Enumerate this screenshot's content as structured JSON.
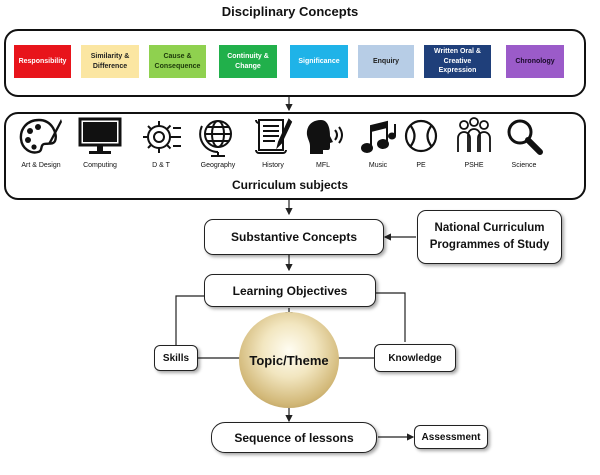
{
  "header": {
    "title": "Disciplinary Concepts"
  },
  "concepts": [
    {
      "label": "Responsibility",
      "bg": "#e8141b",
      "fg": "#ffffff"
    },
    {
      "label": "Similarity & Difference",
      "bg": "#fbe6a2",
      "fg": "#222222"
    },
    {
      "label": "Cause & Consequence",
      "bg": "#8fd14f",
      "fg": "#1d3a0a"
    },
    {
      "label": "Continuity & Change",
      "bg": "#21b04b",
      "fg": "#ffffff"
    },
    {
      "label": "Significance",
      "bg": "#1fb3e8",
      "fg": "#ffffff"
    },
    {
      "label": "Enquiry",
      "bg": "#b7cde6",
      "fg": "#222222"
    },
    {
      "label": "Written Oral & Creative Expression",
      "bg": "#1f3f7a",
      "fg": "#ffffff"
    },
    {
      "label": "Chronology",
      "bg": "#9b5bc9",
      "fg": "#1a0a2a"
    }
  ],
  "subjects": {
    "title": "Curriculum subjects",
    "items": [
      {
        "label": "Art & Design",
        "icon": "palette-icon"
      },
      {
        "label": "Computing",
        "icon": "monitor-icon"
      },
      {
        "label": "D & T",
        "icon": "gear-icon"
      },
      {
        "label": "Geography",
        "icon": "globe-icon"
      },
      {
        "label": "History",
        "icon": "scroll-icon"
      },
      {
        "label": "MFL",
        "icon": "speaking-head-icon"
      },
      {
        "label": "Music",
        "icon": "music-notes-icon"
      },
      {
        "label": "PE",
        "icon": "ball-icon"
      },
      {
        "label": "PSHE",
        "icon": "people-icon"
      },
      {
        "label": "Science",
        "icon": "magnifier-icon"
      }
    ]
  },
  "flow": {
    "substantive": "Substantive Concepts",
    "national_line1": "National Curriculum",
    "national_line2": "Programmes of Study",
    "learning_objectives": "Learning Objectives",
    "skills": "Skills",
    "topic": "Topic/Theme",
    "knowledge": "Knowledge",
    "sequence": "Sequence of lessons",
    "assessment": "Assessment"
  }
}
